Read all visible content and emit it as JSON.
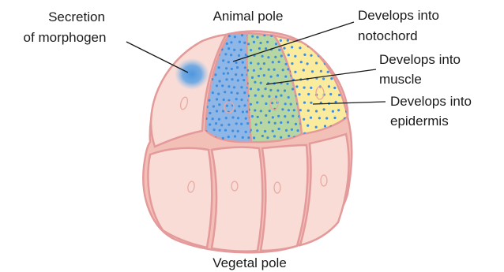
{
  "labels": {
    "secretion_line1": "Secretion",
    "secretion_line2": "of morphogen",
    "animal_pole": "Animal pole",
    "notochord_line1": "Develops into",
    "notochord_line2": "notochord",
    "muscle_line1": "Develops into",
    "muscle_line2": "muscle",
    "epidermis_line1": "Develops into",
    "epidermis_line2": "epidermis",
    "vegetal_pole": "Vegetal pole"
  },
  "colors": {
    "outline": "#e49a9a",
    "cell_fill": "#f9dcd6",
    "notochord_cell": "#8eb6e6",
    "muscle_cell": "#b6d7a4",
    "epidermis_cell": "#fbeb9d",
    "dots": "#3d8de0",
    "morphogen": "#4d97e0"
  }
}
